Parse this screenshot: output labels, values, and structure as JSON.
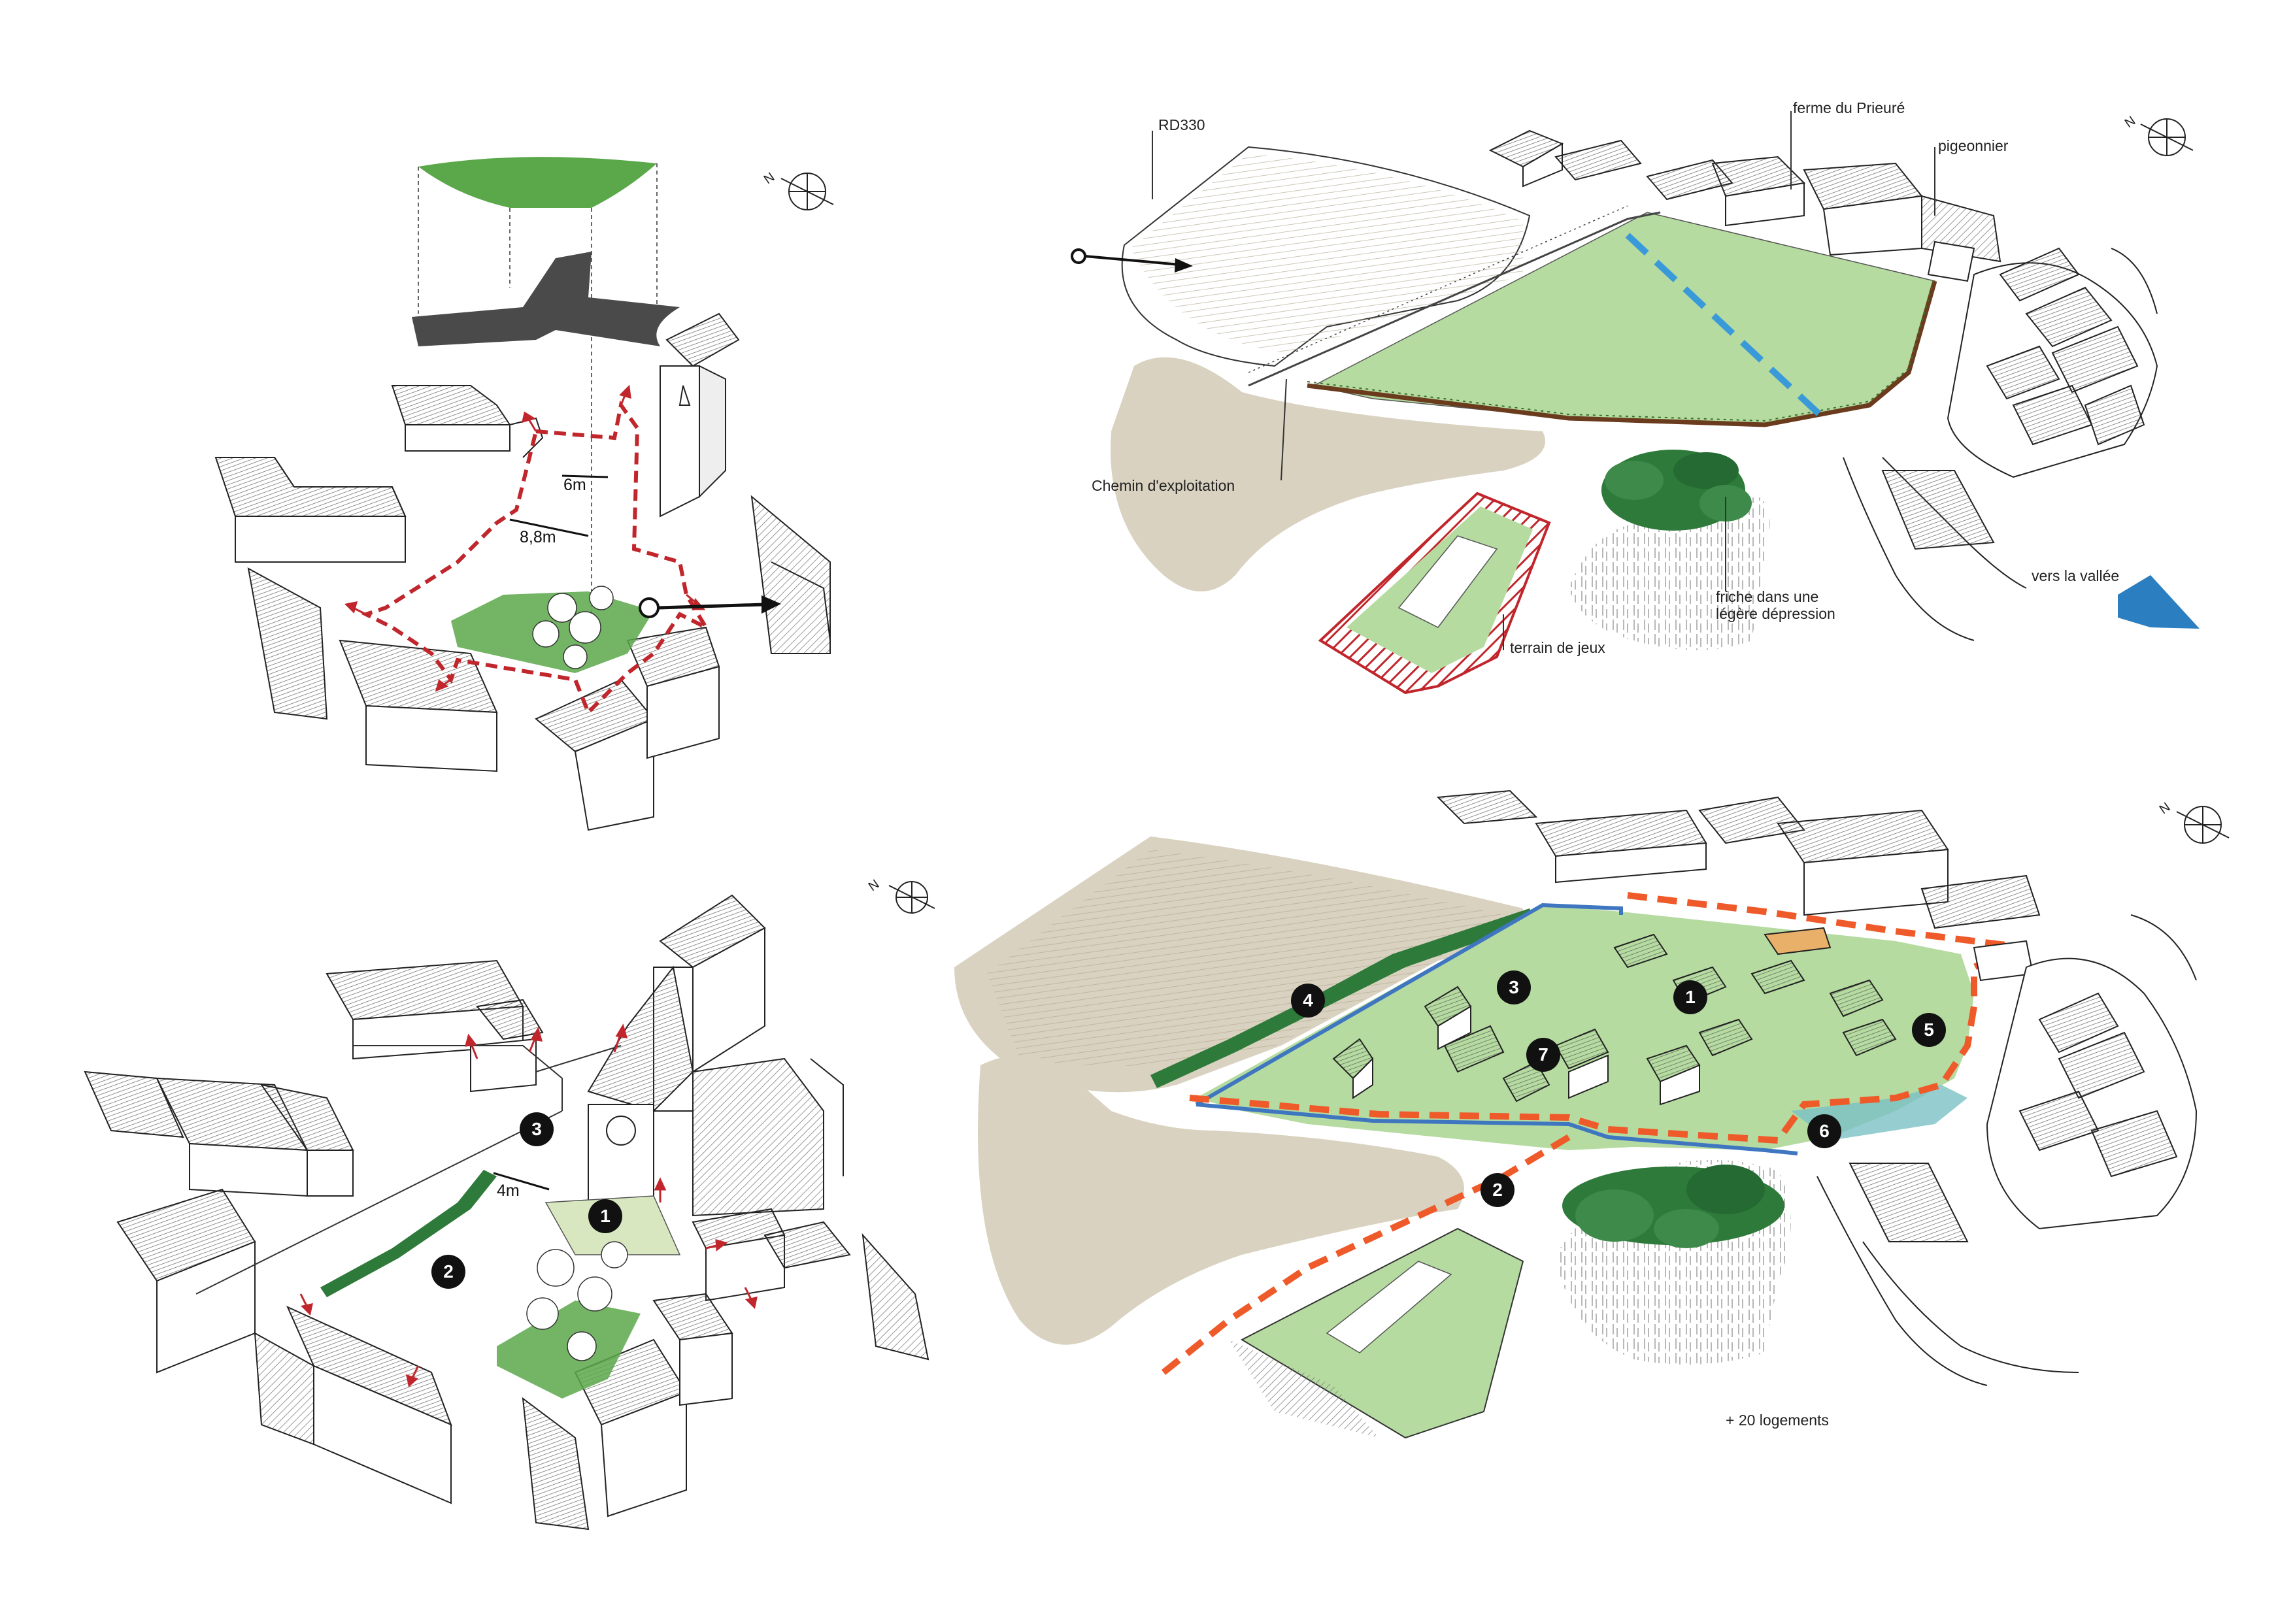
{
  "colors": {
    "lawn": "#b5dba0",
    "lawn_dark": "#5aa84a",
    "plaza_shadow": "#4a4a4a",
    "field": "#d9d2c0",
    "red_dashed": "#c0262b",
    "orange_dashed": "#ef5a2a",
    "blue_line": "#3f76c0",
    "blue_dashed": "#3a9ad9",
    "hedge": "#6b3b1e",
    "arrow_blue": "#2b7fc0",
    "tree_green": "#2e7a3a"
  },
  "icons": [
    "compass-north-icon",
    "arrow-right-icon",
    "arrow-blue-icon"
  ],
  "panel_top_left": {
    "dim_6m": "6m",
    "dim_88m": "8,8m",
    "compass_n": "N"
  },
  "panel_top_right": {
    "rd330": "RD330",
    "ferme": "ferme du Prieuré",
    "pigeonnier": "pigeonnier",
    "chemin": "Chemin d'exploitation",
    "terrain": "terrain de jeux",
    "friche": "friche dans une\nlégère dépression",
    "vers_vallee": "vers la vallée",
    "compass_n": "N"
  },
  "panel_bottom_left": {
    "dim_4m": "4m",
    "badges": [
      "1",
      "2",
      "3"
    ],
    "compass_n": "N"
  },
  "panel_bottom_right": {
    "badges": [
      "1",
      "2",
      "3",
      "4",
      "5",
      "6",
      "7"
    ],
    "logements": "+ 20 logements",
    "compass_n": "N"
  }
}
